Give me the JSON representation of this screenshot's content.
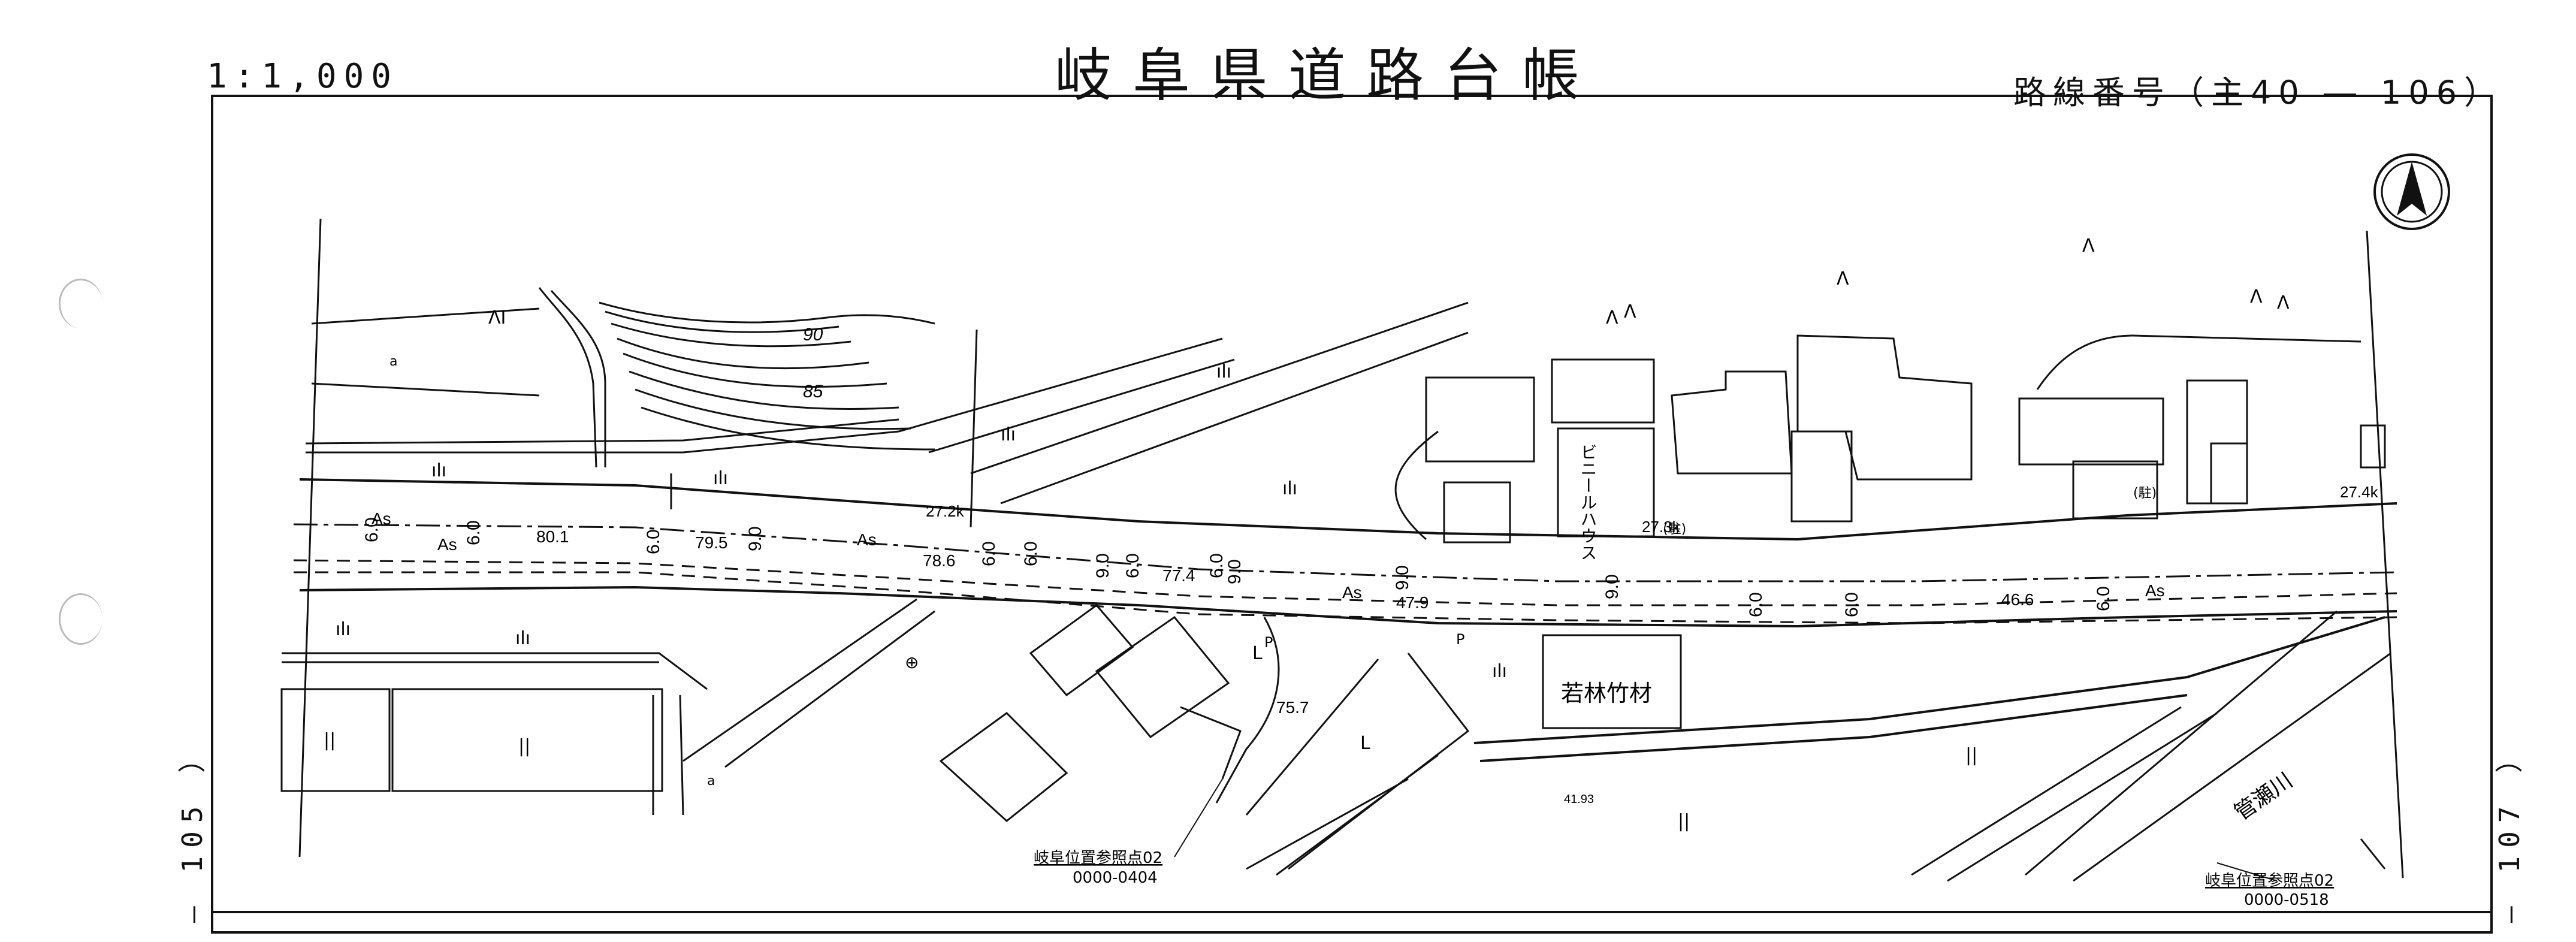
{
  "header": {
    "title": "岐阜県道路台帳",
    "scale": "1:1,000",
    "route_number": "路線番号（主40 ― 106）"
  },
  "sheet_refs": {
    "left": "― 105 ）",
    "right": "― 107 ）"
  },
  "map": {
    "north_arrow": "north-arrow",
    "contours": [
      "90",
      "85"
    ],
    "kilo_posts": [
      "27.2k",
      "27.3k",
      "27.4k"
    ],
    "road_widths": [
      "6.0",
      "6.0",
      "6.0",
      "6.0",
      "6.0",
      "6.0",
      "6.0",
      "6.0",
      "6.0",
      "6.0",
      "9.0",
      "9.0",
      "9.0",
      "9.0",
      "9.0"
    ],
    "pavement": [
      "As",
      "As",
      "As",
      "As",
      "As"
    ],
    "elevations": [
      "80.1",
      "79.5",
      "78.6",
      "77.4",
      "75.7",
      "47.9",
      "46.6",
      "41.93"
    ],
    "building_labels": [
      "若林竹材",
      "ビニールハウス",
      "(駐)",
      "(駐)"
    ],
    "river_label": "管瀬川",
    "reference_points": [
      {
        "name": "岐阜位置参照点02",
        "code": "0000-0404"
      },
      {
        "name": "岐阜位置参照点02",
        "code": "0000-0518"
      }
    ],
    "land_use_marks": [
      "ɅI",
      "Ʌ",
      "Ʌ",
      "Ʌ",
      "Ʌ",
      "Ʌ",
      "Ʌ",
      "ılı",
      "ılı",
      "ılı",
      "ılı",
      "ılı",
      "ılı",
      "ılı",
      "ılı",
      "||",
      "||",
      "||",
      "||",
      "a",
      "a",
      "P",
      "P",
      "L",
      "L",
      "⊕"
    ]
  }
}
